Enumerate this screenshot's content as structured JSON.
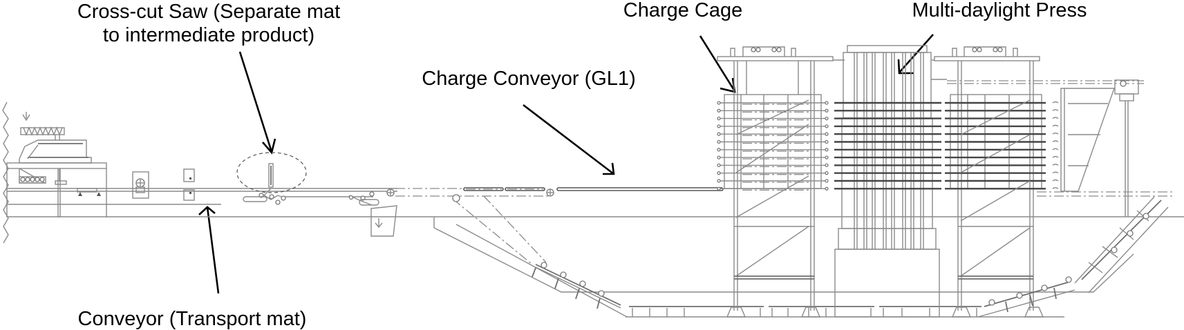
{
  "figure": {
    "labels": {
      "cross_cut_saw_line1": "Cross-cut Saw (Separate mat",
      "cross_cut_saw_line2": "to intermediate product)",
      "charge_cage": "Charge Cage",
      "multi_daylight_press": "Multi-daylight Press",
      "charge_conveyor": "Charge Conveyor (GL1)",
      "conveyor": "Conveyor (Transport mat)"
    },
    "components": [
      "forming-station",
      "conveyor-transport-mat",
      "cross-cut-saw",
      "reject-chute",
      "charge-conveyor-gl1",
      "charge-cage",
      "multi-daylight-press",
      "discharge-cage",
      "board-stacker",
      "return-conveyor"
    ],
    "colors": {
      "annotation": "#000000",
      "drawing_lines": "#8a8a8a"
    }
  }
}
